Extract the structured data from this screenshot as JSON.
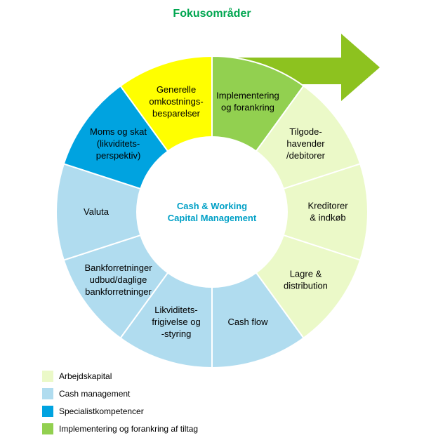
{
  "title": "Fokusområder",
  "center_label": [
    "Cash & Working",
    "Capital Management"
  ],
  "colors": {
    "title": "#00a650",
    "center_text": "#00a0c6",
    "arbejdskapital": "#ebf9c8",
    "cash_management": "#b0dcef",
    "specialist": "#00a3e0",
    "implementering": "#92d050",
    "arrow": "#8dc21f",
    "yellow": "#ffff00",
    "divider": "#ffffff"
  },
  "segments": [
    {
      "lines": [
        "Implementering",
        "og forankring"
      ],
      "group": "implementering"
    },
    {
      "lines": [
        "Tilgode-",
        "havender",
        "/debitorer"
      ],
      "group": "arbejdskapital"
    },
    {
      "lines": [
        "Kreditorer",
        "& indkøb"
      ],
      "group": "arbejdskapital"
    },
    {
      "lines": [
        "Lagre &",
        "distribution"
      ],
      "group": "arbejdskapital"
    },
    {
      "lines": [
        "Cash flow"
      ],
      "group": "cash_management"
    },
    {
      "lines": [
        "Likviditets-",
        "frigivelse og",
        "-styring"
      ],
      "group": "cash_management"
    },
    {
      "lines": [
        "Bankforretninger",
        "udbud/daglige",
        "bankforretninger"
      ],
      "group": "cash_management"
    },
    {
      "lines": [
        "Valuta"
      ],
      "group": "cash_management"
    },
    {
      "lines": [
        "Moms og skat",
        "(likviditets-",
        "perspektiv)"
      ],
      "group": "specialist"
    },
    {
      "lines": [
        "Generelle",
        "omkostnings-",
        "besparelser"
      ],
      "group": "yellow"
    }
  ],
  "legend": [
    {
      "label": "Arbejdskapital",
      "group": "arbejdskapital"
    },
    {
      "label": "Cash management",
      "group": "cash_management"
    },
    {
      "label": "Specialistkompetencer",
      "group": "specialist"
    },
    {
      "label": "Implementering  og forankring af tiltag",
      "group": "implementering"
    }
  ]
}
